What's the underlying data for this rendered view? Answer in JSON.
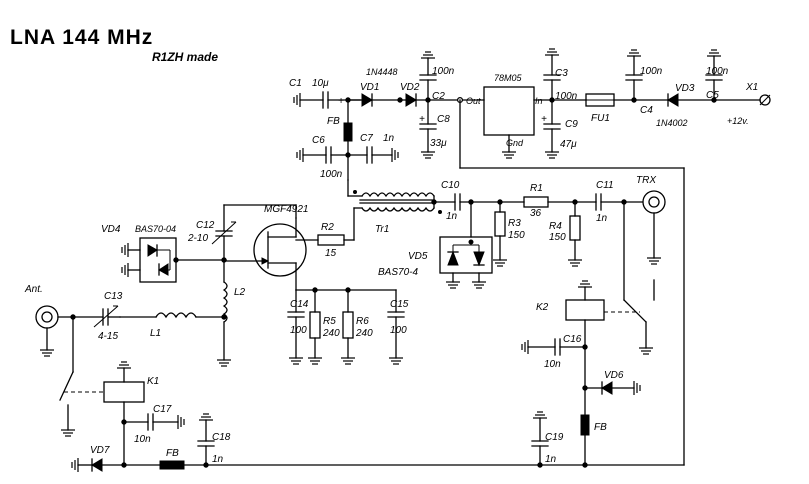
{
  "title": "LNA 144 MHz",
  "subtitle": "R1ZH made",
  "parts": {
    "c1": "C1",
    "c1v": "10μ",
    "plus1": "+",
    "plus2": "+",
    "plus3": "+",
    "fb1": "FB",
    "fb2": "FB",
    "fb3": "FB",
    "c6": "C6",
    "c6v": "100n",
    "c7": "C7",
    "c7v": "1n",
    "vd1": "VD1",
    "vd2": "VD2",
    "d1n4448": "1N4448",
    "c2": "C2",
    "c2v": "100n",
    "c8": "C8",
    "c8v": "33μ",
    "reg": "78M05",
    "out": "Out",
    "in": "In",
    "gnd": "Gnd",
    "c3": "C3",
    "c3v": "100n",
    "c9": "C9",
    "c9v": "47μ",
    "fu1": "FU1",
    "c4": "C4",
    "c4v": "100n",
    "vd3": "VD3",
    "d1n4002": "1N4002",
    "c5": "C5",
    "c5v": "100n",
    "x1": "X1",
    "v12": "+12v.",
    "c10": "C10",
    "c10v": "1n",
    "r1": "R1",
    "r1v": "36",
    "c11": "C11",
    "c11v": "1n",
    "trx": "TRX",
    "r3": "R3",
    "r3v": "150",
    "r4": "R4",
    "r4v": "150",
    "tr1": "Tr1",
    "vd5": "VD5",
    "bas704": "BAS70-4",
    "mgf": "MGF4921",
    "r2": "R2",
    "r2v": "15",
    "vd4": "VD4",
    "bas7004": "BAS70-04",
    "c12": "C12",
    "c12v": "2-10",
    "l2": "L2",
    "c14": "C14",
    "c14v": "100",
    "r5": "R5",
    "r5v": "240",
    "r6": "R6",
    "r6v": "240",
    "c15": "C15",
    "c15v": "100",
    "ant": "Ant.",
    "c13": "C13",
    "c13v": "4-15",
    "l1": "L1",
    "k1": "K1",
    "k2": "K2",
    "c16": "C16",
    "c16v": "10n",
    "vd6": "VD6",
    "c17": "C17",
    "c17v": "10n",
    "c18": "C18",
    "c18v": "1n",
    "c19": "C19",
    "c19v": "1n",
    "vd7": "VD7"
  }
}
